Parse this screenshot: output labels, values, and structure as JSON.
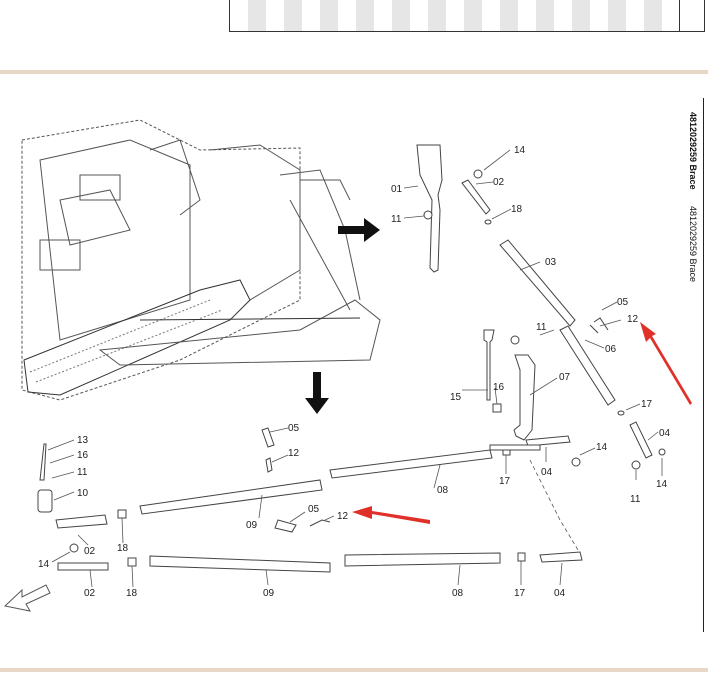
{
  "document": {
    "part_title": "4812029259 Brace",
    "part_subtitle": "4812029259 Brace"
  },
  "callouts": {
    "c01": "01",
    "c02": "02",
    "c03": "03",
    "c04": "04",
    "c05": "05",
    "c06": "06",
    "c07": "07",
    "c08": "08",
    "c09": "09",
    "c10": "10",
    "c11": "11",
    "c12": "12",
    "c13": "13",
    "c14": "14",
    "c15": "15",
    "c16": "16",
    "c17": "17",
    "c18": "18"
  },
  "colors": {
    "rule": "#e7d7c6",
    "highlight_arrow": "#e0302a",
    "line_art": "#444444"
  }
}
